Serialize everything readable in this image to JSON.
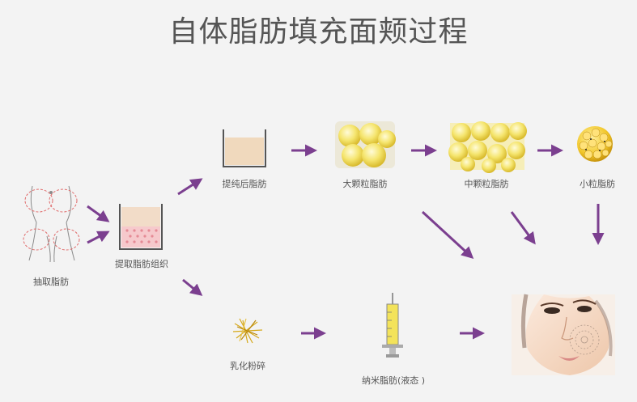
{
  "title": "自体脂肪填充面颊过程",
  "nodes": {
    "extract": "抽取脂肪",
    "tissue": "提取脂肪组织",
    "purified": "提纯后脂肪",
    "large": "大颗粒脂肪",
    "medium": "中颗粒脂肪",
    "small": "小粒脂肪",
    "emulsify": "乳化粉碎",
    "nano": "纳米脂肪(液态 )"
  },
  "colors": {
    "arrow": "#7b3f8f",
    "fat": "#f3e36a",
    "fat_dark": "#e2c02a",
    "skin": "#f2d7bf",
    "pink": "#f6c9cc"
  }
}
